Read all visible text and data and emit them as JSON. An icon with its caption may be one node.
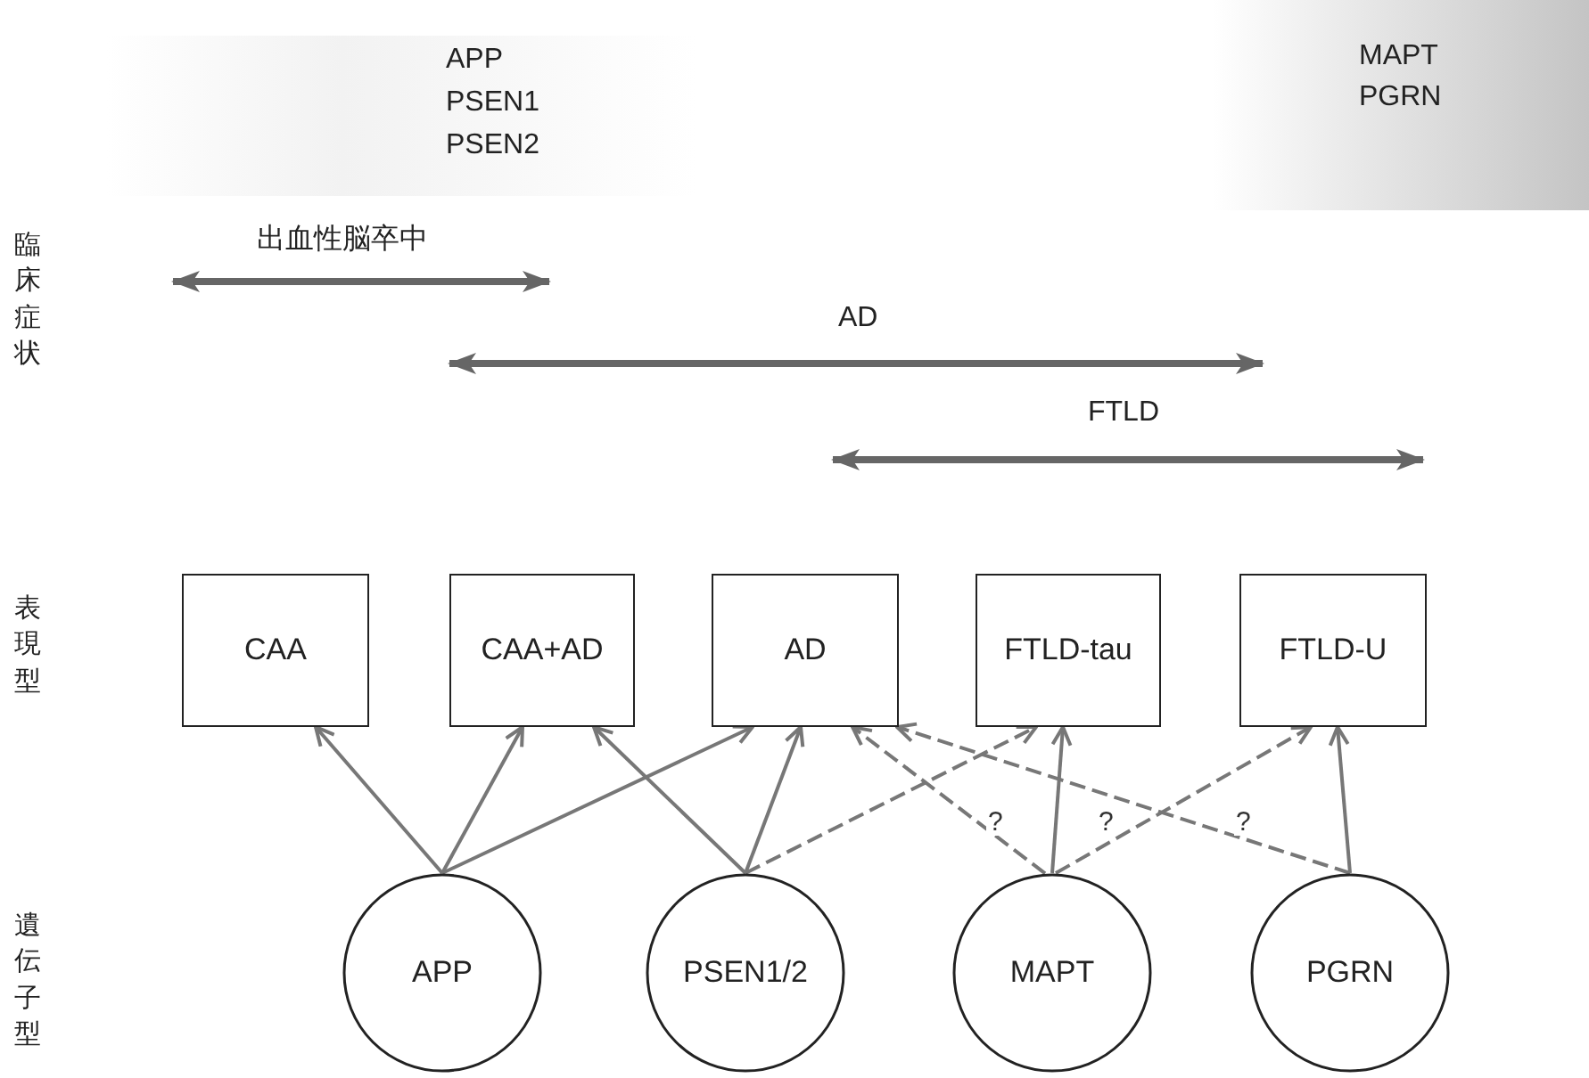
{
  "diagram": {
    "nodes": [
      {
        "text": [
          "CAA"
        ]
      },
      {
        "text": [
          "CAA+AD"
        ]
      },
      {
        "text": [
          "AD"
        ]
      },
      {
        "text": [
          "FTLD-tau"
        ]
      },
      {
        "text": [
          "FTLD-U"
        ]
      },
      {
        "text": [
          "APP"
        ]
      },
      {
        "text": [
          "PSEN1/2"
        ]
      },
      {
        "text": [
          "MAPT"
        ]
      },
      {
        "text": [
          "PGRN"
        ]
      }
    ],
    "edges": [
      {
        "from": 5,
        "to": 0,
        "arrow": "to"
      },
      {
        "from": 5,
        "to": 1,
        "arrow": "to"
      },
      {
        "from": 5,
        "to": 2,
        "arrow": "to"
      },
      {
        "from": 6,
        "to": 1,
        "arrow": "to"
      },
      {
        "from": 6,
        "to": 2,
        "arrow": "to"
      },
      {
        "from": 6,
        "to": 3,
        "arrow": "to",
        "style": "dashed"
      },
      {
        "from": 7,
        "to": 2,
        "arrow": "to",
        "style": "dashed",
        "label": "?"
      },
      {
        "from": 7,
        "to": 3,
        "arrow": "to"
      },
      {
        "from": 7,
        "to": 4,
        "arrow": "to",
        "style": "dashed",
        "label": "?"
      },
      {
        "from": 8,
        "to": 2,
        "arrow": "to",
        "style": "dashed",
        "label": "?"
      },
      {
        "from": 8,
        "to": 4,
        "arrow": "to"
      }
    ],
    "labels": [
      "APP",
      "PSEN1",
      "PSEN2",
      "MAPT",
      "PGRN",
      "臨床症状",
      "出血性脳卒中",
      "AD",
      "FTLD",
      "表現型",
      "遺伝子型"
    ]
  }
}
